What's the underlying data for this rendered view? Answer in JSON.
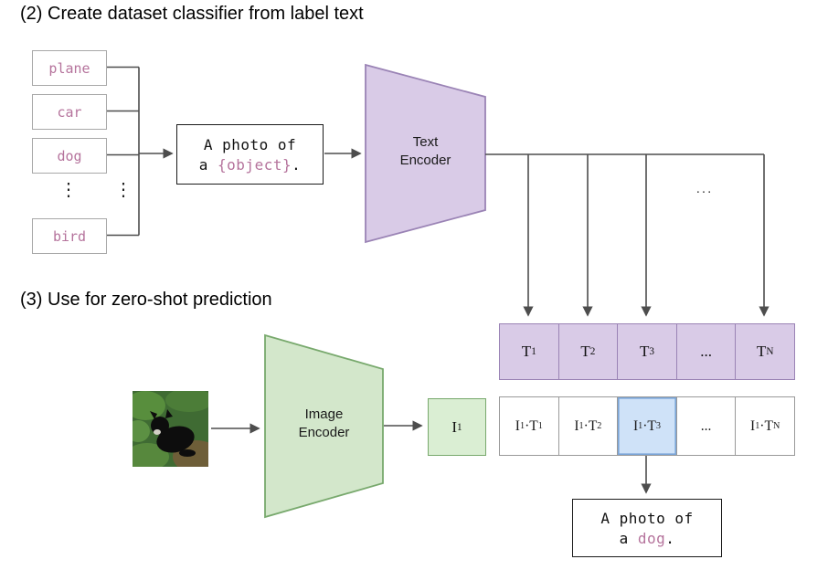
{
  "section2": {
    "title": "(2) Create dataset classifier from label text",
    "class_labels": [
      "plane",
      "car",
      "dog",
      "bird"
    ],
    "vertical_ellipsis": "⋮",
    "prompt_box": {
      "line1": "A photo of",
      "line2_prefix": "a ",
      "line2_object": "{object}",
      "line2_suffix": "."
    },
    "text_encoder": {
      "line1": "Text",
      "line2": "Encoder"
    },
    "branch_ellipsis": "...",
    "text_embeddings": [
      {
        "base": "T",
        "sub": "1"
      },
      {
        "base": "T",
        "sub": "2"
      },
      {
        "base": "T",
        "sub": "3"
      },
      {
        "label": "..."
      },
      {
        "base": "T",
        "sub": "N"
      }
    ]
  },
  "section3": {
    "title": "(3) Use for zero-shot prediction",
    "image_encoder": {
      "line1": "Image",
      "line2": "Encoder"
    },
    "image_embedding": {
      "base": "I",
      "sub": "1"
    },
    "similarity_row": [
      {
        "i": "I",
        "i_sub": "1",
        "dot": "·",
        "t": "T",
        "t_sub": "1",
        "highlighted": false
      },
      {
        "i": "I",
        "i_sub": "1",
        "dot": "·",
        "t": "T",
        "t_sub": "2",
        "highlighted": false
      },
      {
        "i": "I",
        "i_sub": "1",
        "dot": "·",
        "t": "T",
        "t_sub": "3",
        "highlighted": true
      },
      {
        "label": "..."
      },
      {
        "i": "I",
        "i_sub": "1",
        "dot": "·",
        "t": "T",
        "t_sub": "N",
        "highlighted": false
      }
    ],
    "output_box": {
      "line1": "A photo of",
      "line2_prefix": "a ",
      "line2_object": "dog",
      "line2_suffix": "."
    }
  },
  "colors": {
    "purple_fill": "#d9cbe7",
    "purple_border": "#9a83b5",
    "green_fill": "#d3e7cb",
    "green_border": "#78a96d",
    "blue_fill": "#cfe2f8",
    "blue_border": "#7aa5d8",
    "label_pink": "#b5739c",
    "arrow": "#4d4d4d"
  }
}
